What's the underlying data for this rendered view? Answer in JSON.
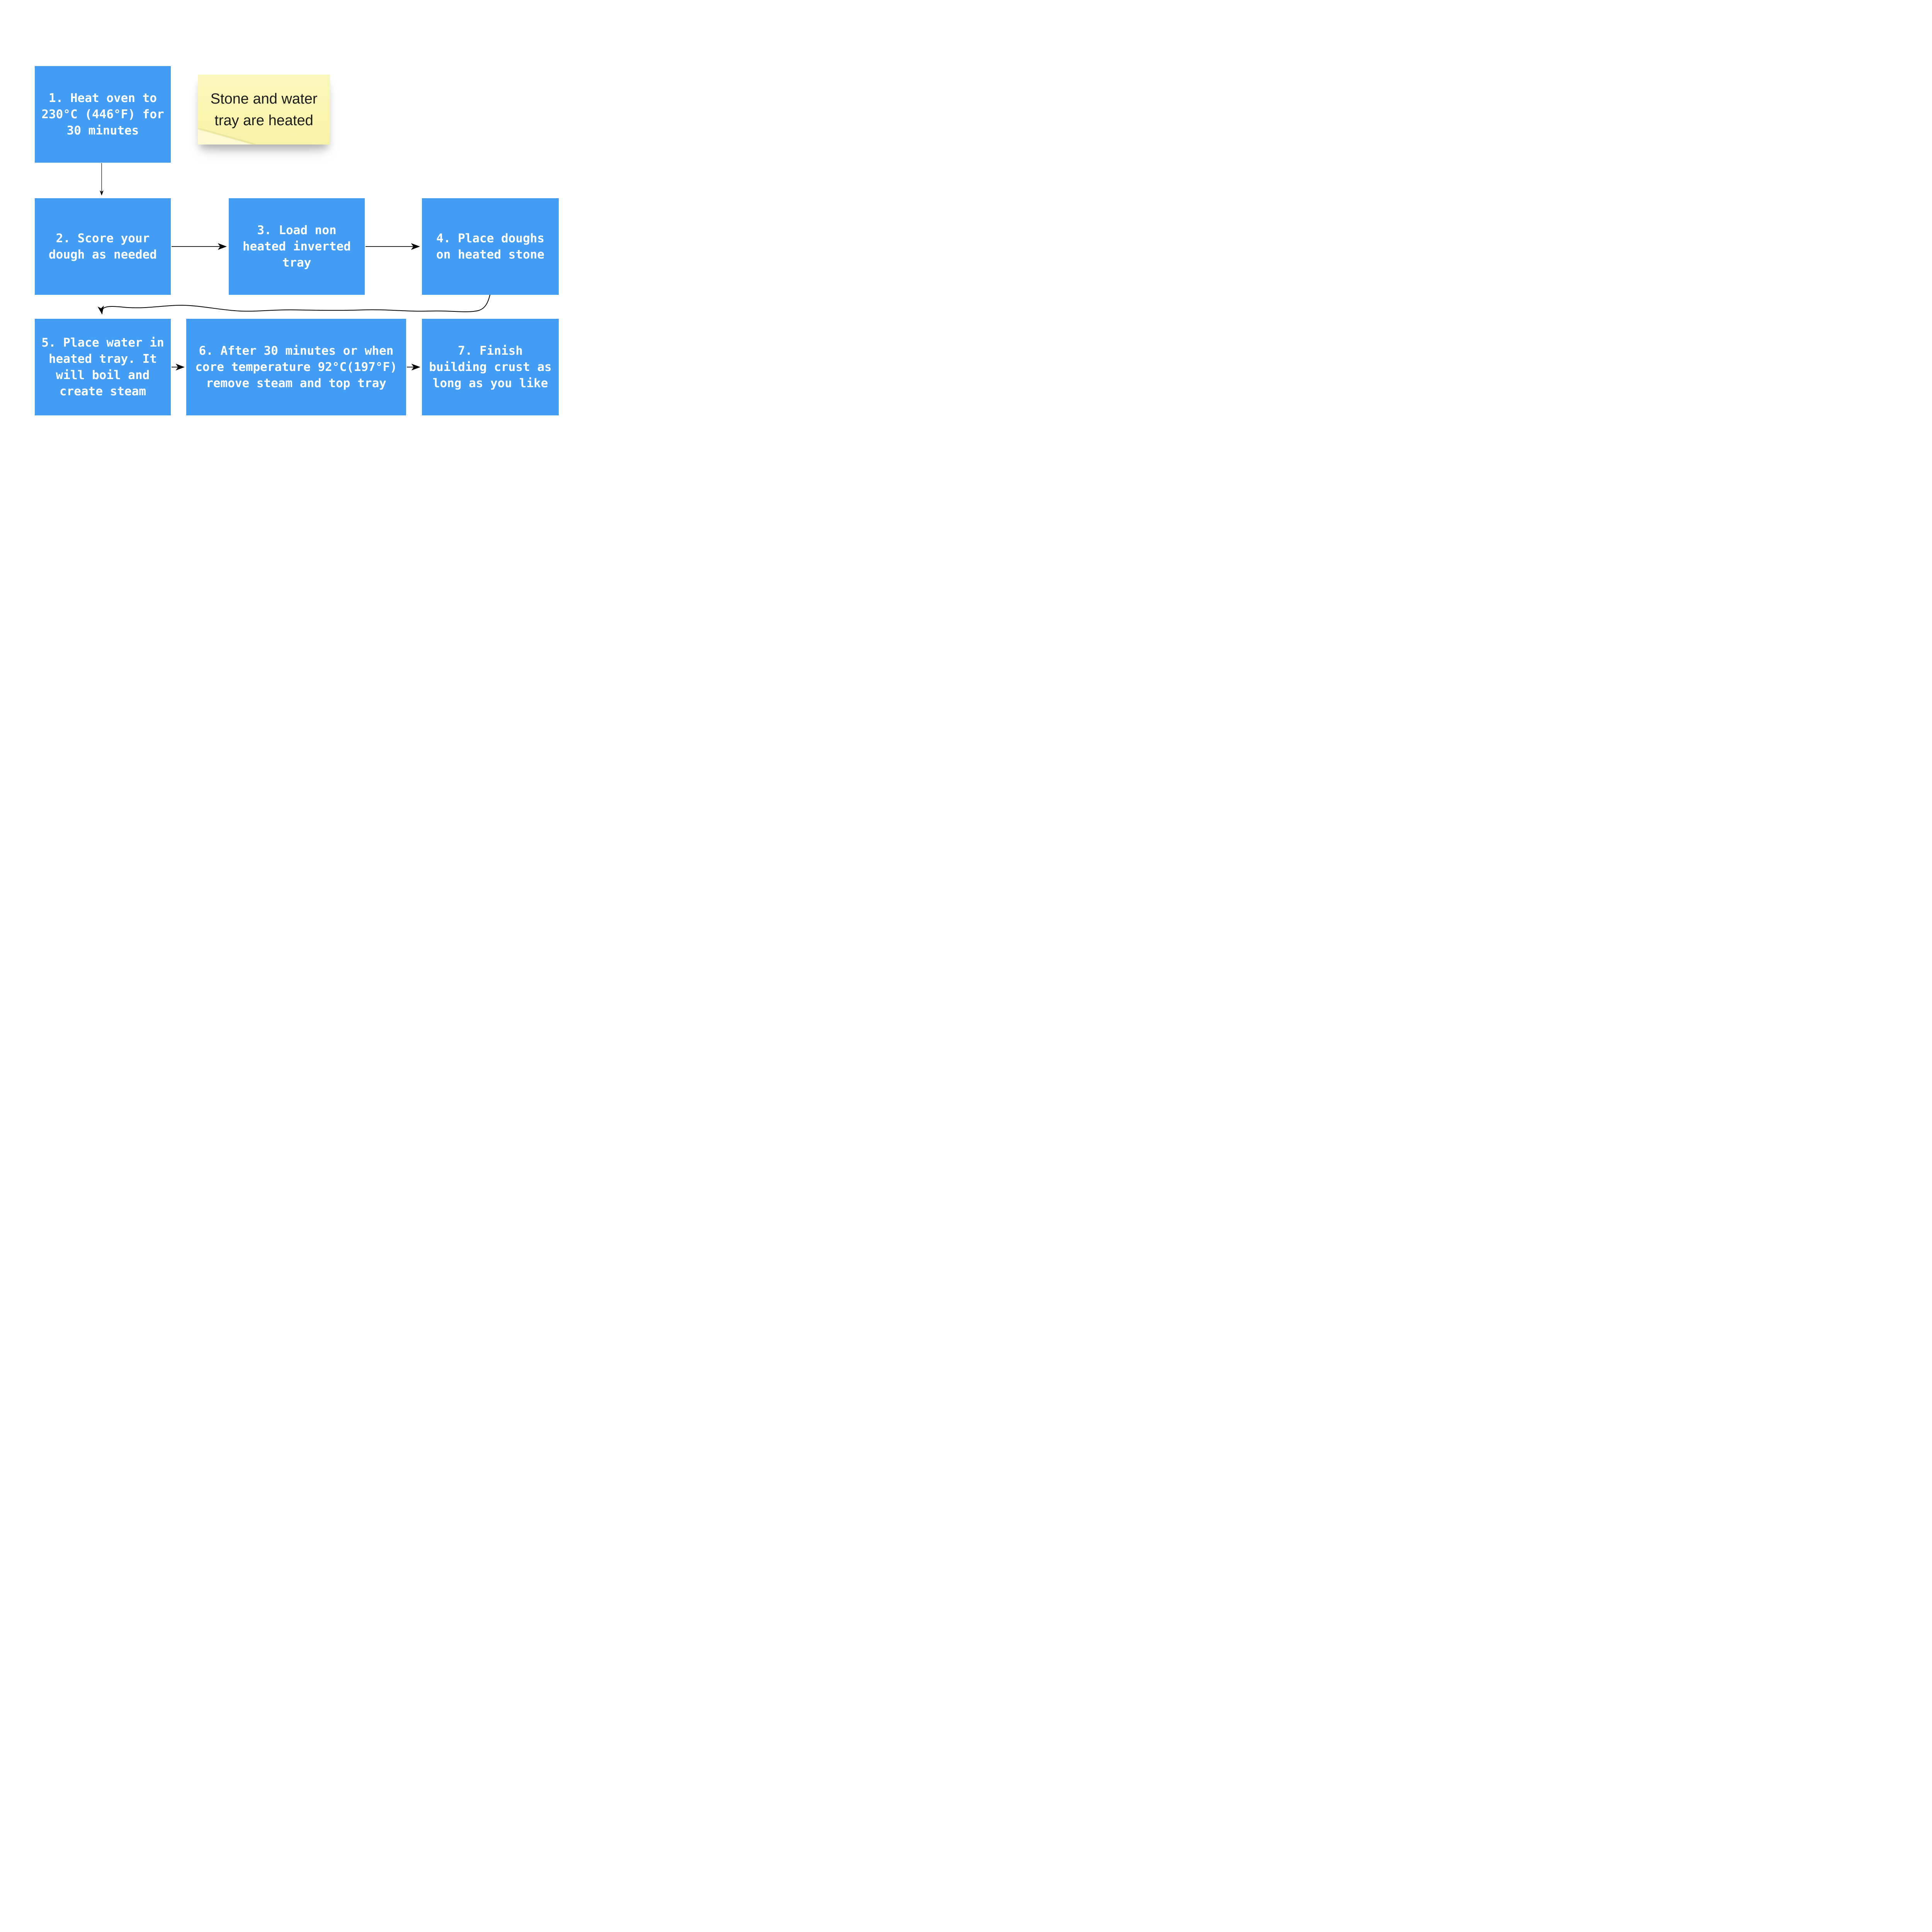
{
  "diagram": {
    "nodes": [
      {
        "id": "step-1",
        "label": "1. Heat oven to\n230°C (446°F) for\n30 minutes"
      },
      {
        "id": "step-2",
        "label": "2. Score your\ndough as needed"
      },
      {
        "id": "step-3",
        "label": "3. Load non\nheated inverted\ntray"
      },
      {
        "id": "step-4",
        "label": "4. Place doughs\non heated stone"
      },
      {
        "id": "step-5",
        "label": "5. Place water in\nheated tray. It\nwill boil and\ncreate steam"
      },
      {
        "id": "step-6",
        "label": "6. After 30 minutes or when\ncore temperature 92°C(197°F)\nremove steam and top tray"
      },
      {
        "id": "step-7",
        "label": "7. Finish\nbuilding crust as\nlong as you like"
      }
    ],
    "sticky_note": {
      "text": "Stone and water\ntray are heated"
    },
    "colors": {
      "node_fill": "#449DF5",
      "node_text": "#FFFFFF",
      "note_fill": "#FAF4B0",
      "note_text": "#1C1C1C",
      "connector": "#000000",
      "background": "#FFFFFF"
    }
  }
}
